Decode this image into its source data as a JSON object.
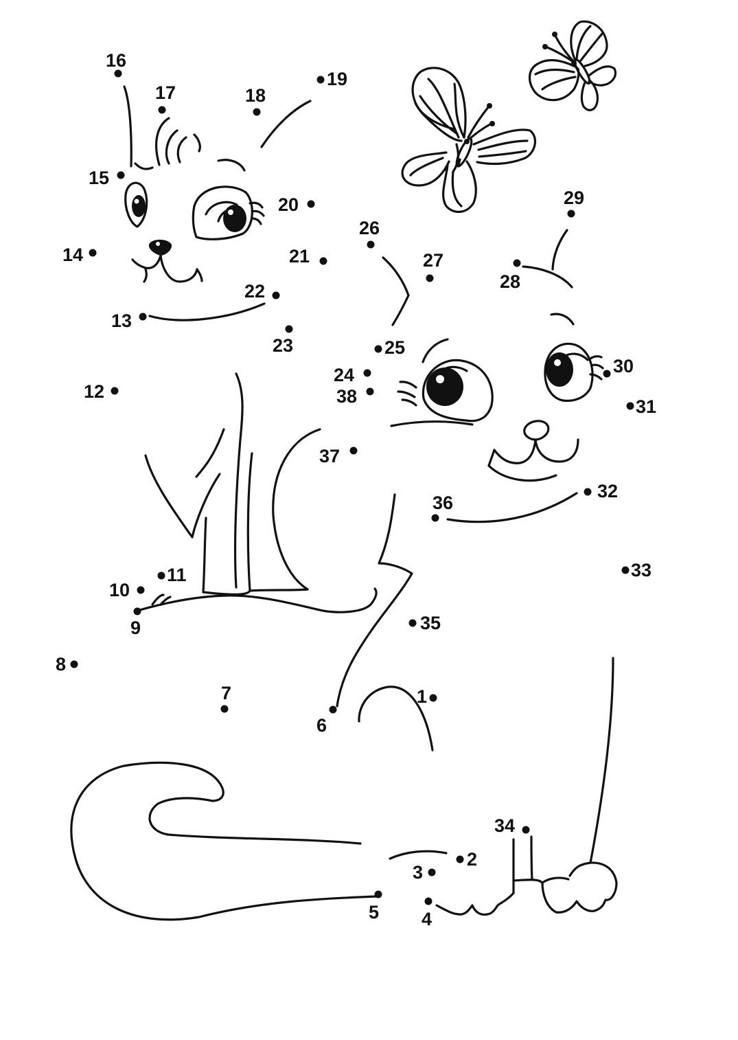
{
  "sheet": {
    "dots": [
      {
        "label": "1"
      },
      {
        "label": "2"
      },
      {
        "label": "3"
      },
      {
        "label": "4"
      },
      {
        "label": "5"
      },
      {
        "label": "6"
      },
      {
        "label": "7"
      },
      {
        "label": "8"
      },
      {
        "label": "9"
      },
      {
        "label": "10"
      },
      {
        "label": "11"
      },
      {
        "label": "12"
      },
      {
        "label": "13"
      },
      {
        "label": "14"
      },
      {
        "label": "15"
      },
      {
        "label": "16"
      },
      {
        "label": "17"
      },
      {
        "label": "18"
      },
      {
        "label": "19"
      },
      {
        "label": "20"
      },
      {
        "label": "21"
      },
      {
        "label": "22"
      },
      {
        "label": "23"
      },
      {
        "label": "24"
      },
      {
        "label": "25"
      },
      {
        "label": "26"
      },
      {
        "label": "27"
      },
      {
        "label": "28"
      },
      {
        "label": "29"
      },
      {
        "label": "30"
      },
      {
        "label": "31"
      },
      {
        "label": "32"
      },
      {
        "label": "33"
      },
      {
        "label": "34"
      },
      {
        "label": "35"
      },
      {
        "label": "36"
      },
      {
        "label": "37"
      },
      {
        "label": "38"
      }
    ]
  }
}
